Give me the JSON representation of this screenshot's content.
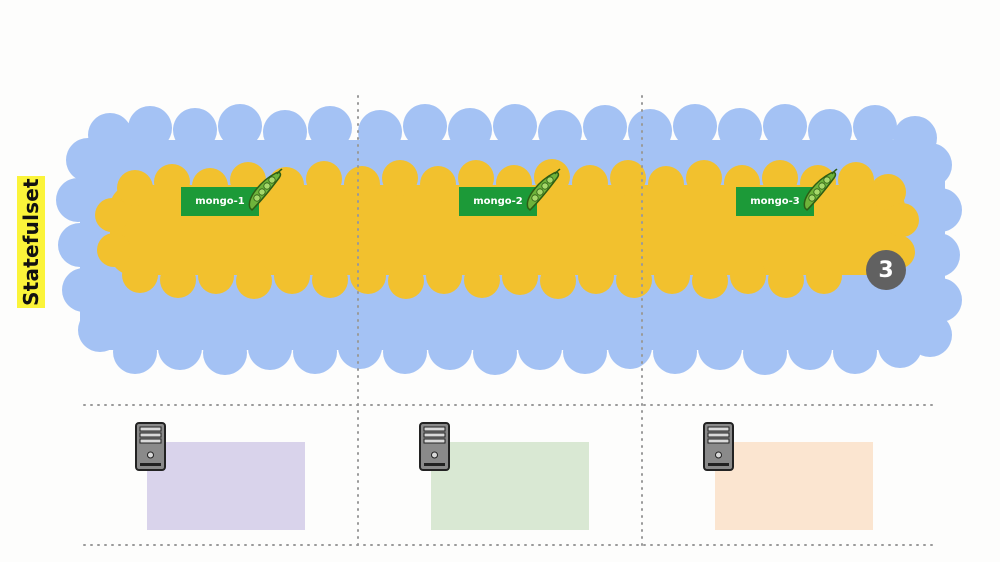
{
  "statefulset_label": "Statefulset",
  "pods": [
    {
      "name": "mongo-1"
    },
    {
      "name": "mongo-2"
    },
    {
      "name": "mongo-3"
    }
  ],
  "replicas": "3",
  "nodes": [
    {
      "color": "#d9d3eb"
    },
    {
      "color": "#d9e8d3"
    },
    {
      "color": "#fbe5d0"
    }
  ],
  "colors": {
    "cloud_outer": "#a4c2f4",
    "cloud_inner": "#f2c12e",
    "pod": "#1c9a38",
    "label_highlight": "#fbf43a",
    "badge": "#616161"
  },
  "icons": [
    "pea-pod-icon",
    "server-tower-icon"
  ]
}
